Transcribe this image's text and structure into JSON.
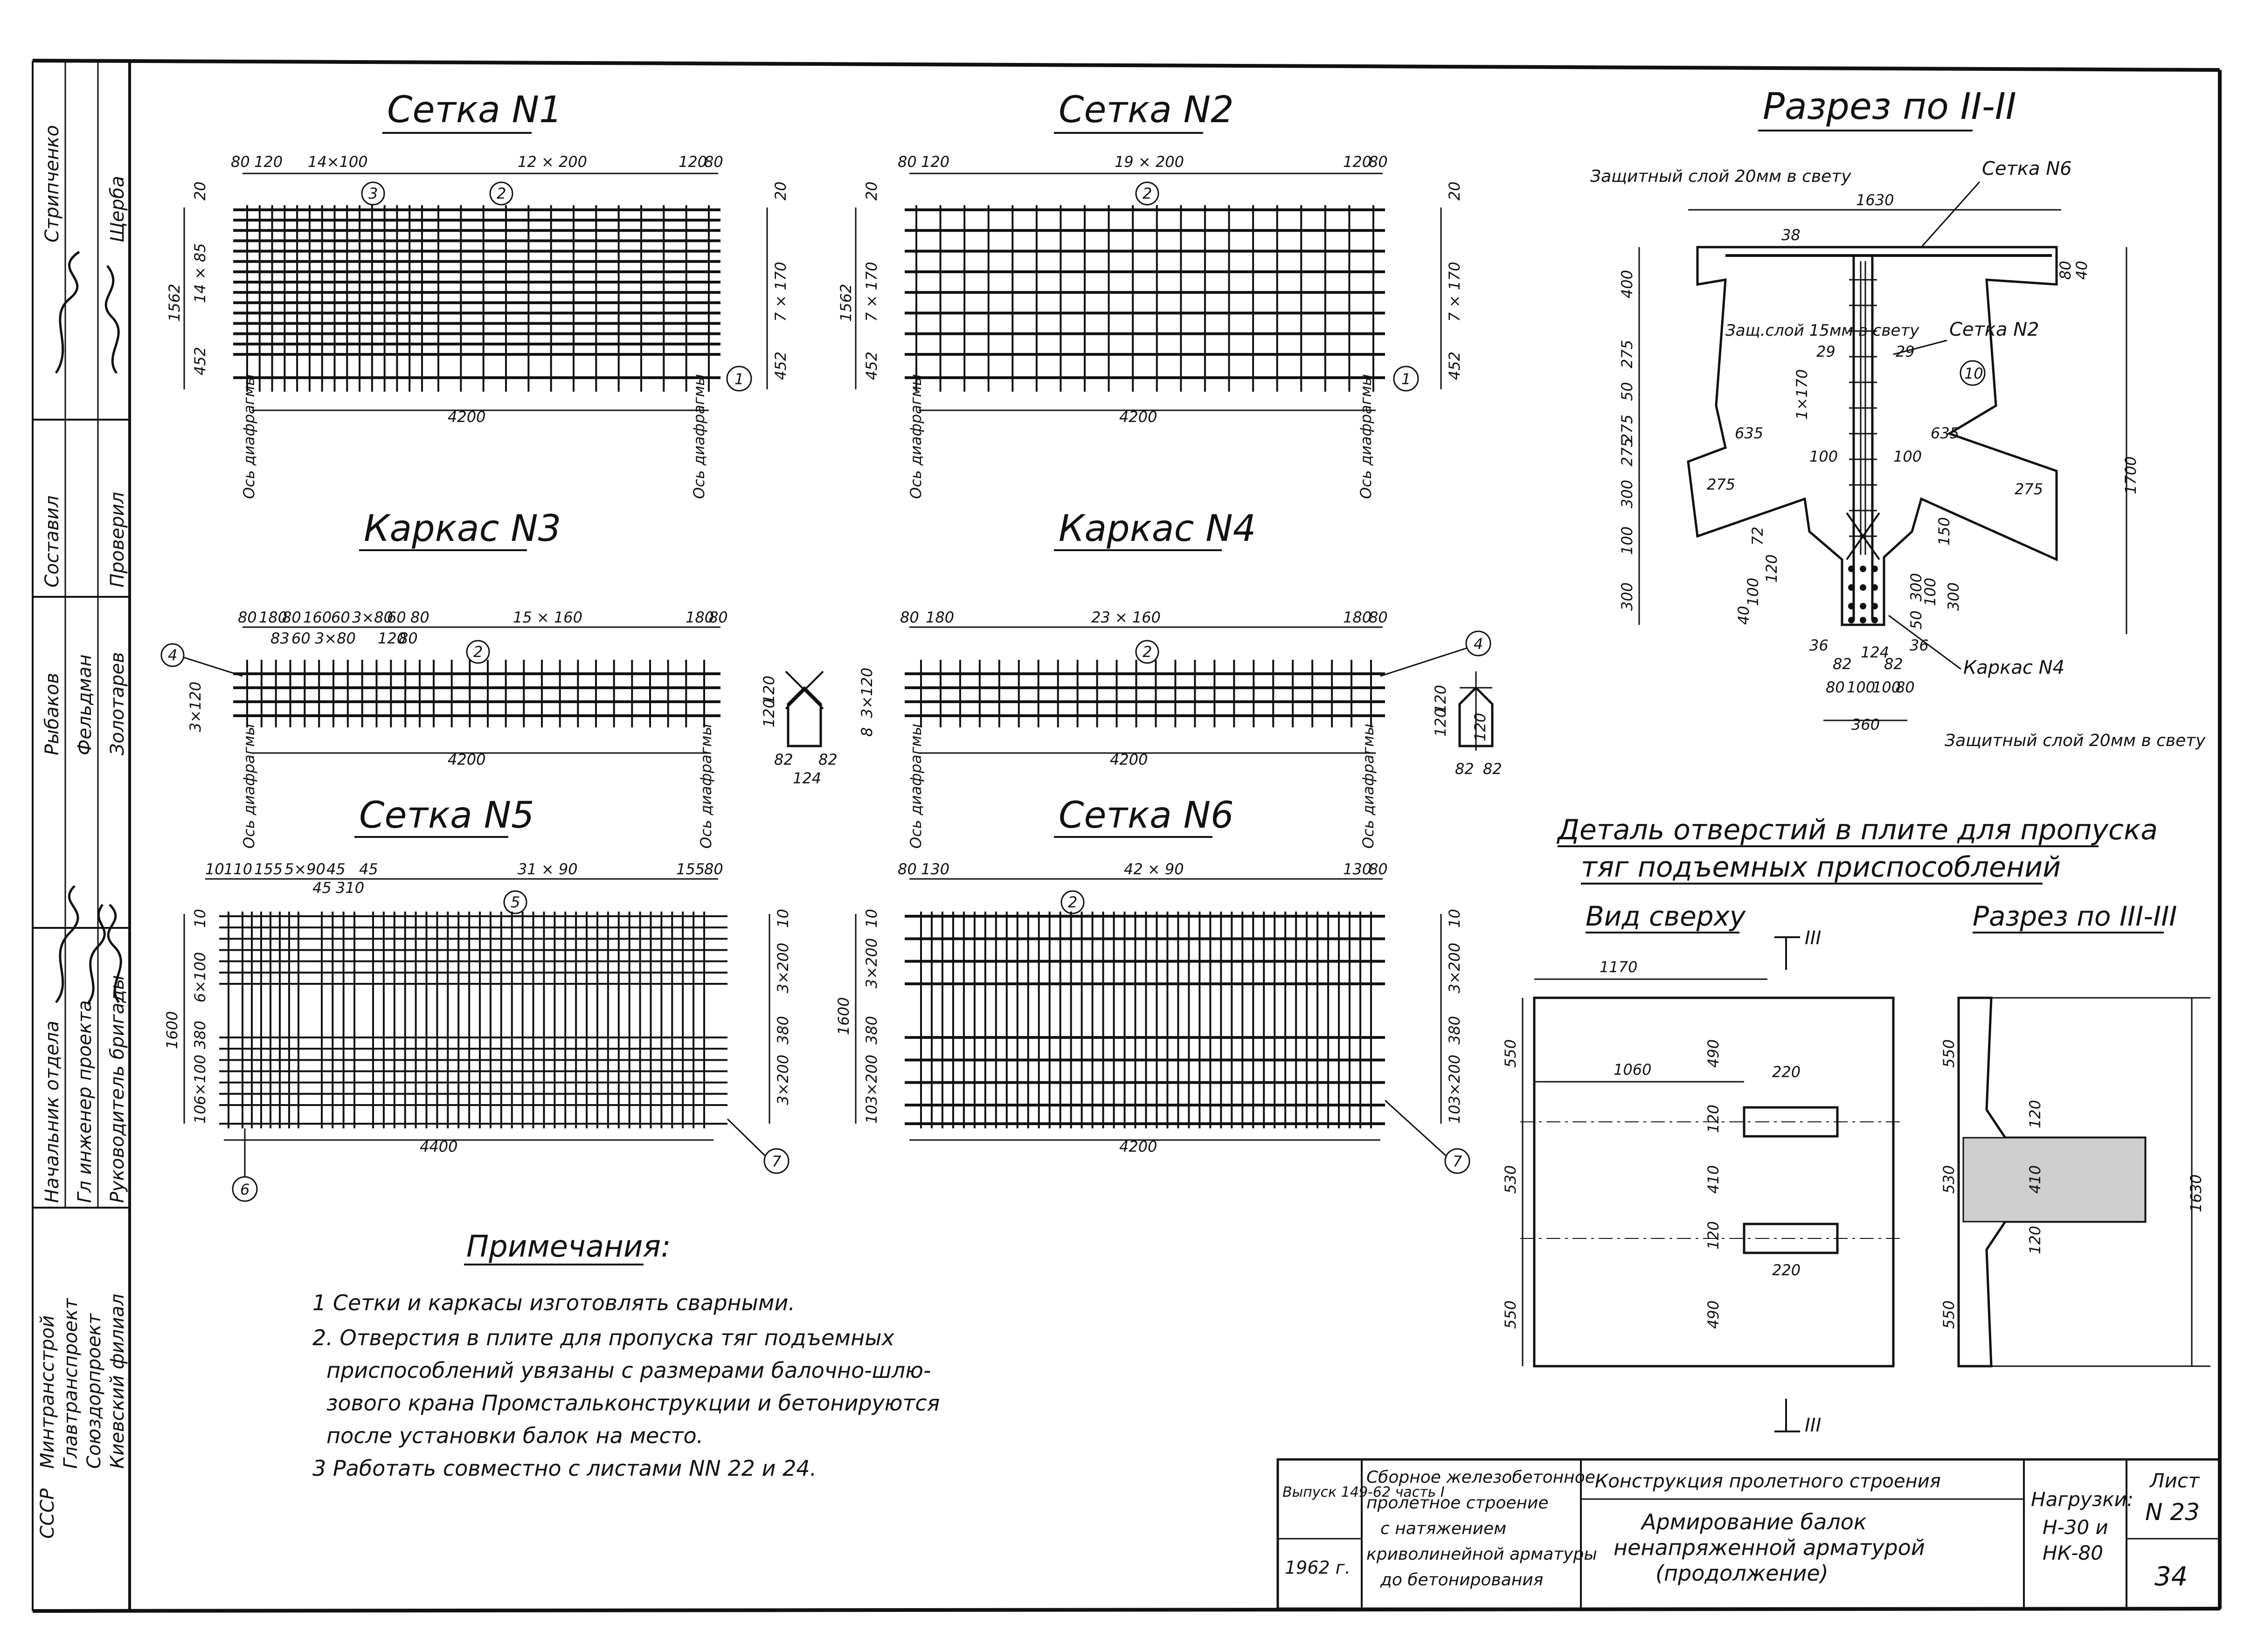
{
  "stamp": {
    "org_lines": [
      "СССР",
      "Минтрансстрой",
      "Главтранспроект",
      "Союздорпроект",
      "Киевский филиал"
    ],
    "roles": [
      "Начальник отдела",
      "Гл инженер проекта",
      "Руководитель бригады",
      "Составил",
      "Проверил"
    ],
    "names": [
      "Стрипченко",
      "Щерба",
      "Рыбаков",
      "Фельдман",
      "Золотарев"
    ]
  },
  "titles": {
    "setka1": "Сетка N1",
    "setka2": "Сетка N2",
    "karkas3": "Каркас N3",
    "karkas4": "Каркас N4",
    "setka5": "Сетка N5",
    "setka6": "Сетка N6",
    "razrez2": "Разрез по II-II",
    "detail_line1": "Деталь отверстий в плите для пропуска",
    "detail_line2": "тяг подъемных приспособлений",
    "vid_sverhu": "Вид сверху",
    "razrez3": "Разрез по III-III"
  },
  "dims": {
    "s1_top": [
      "80",
      "120",
      "14×100",
      "12 × 200",
      "120",
      "80"
    ],
    "s1_left": [
      "20",
      "1562",
      "14 × 85",
      "452"
    ],
    "s1_right": [
      "20",
      "7 × 170",
      "452"
    ],
    "s1_bottom": "4200",
    "s2_top": [
      "80",
      "120",
      "19 × 200",
      "120",
      "80"
    ],
    "s2_left": [
      "20",
      "1562",
      "7 × 170",
      "452"
    ],
    "s2_right": [
      "20",
      "7 × 170",
      "452"
    ],
    "s2_bottom": "4200",
    "k3_top": [
      "80",
      "180",
      "80",
      "160",
      "60",
      "3×80",
      "60",
      "80",
      "15 × 160",
      "180",
      "80"
    ],
    "k3_top2": [
      "83",
      "60",
      "3×80",
      "120",
      "80"
    ],
    "k3_left": "3×120",
    "k3_bottom": "4200",
    "k3_sec": [
      "120",
      "120",
      "82",
      "82",
      "124"
    ],
    "k4_top": [
      "80",
      "180",
      "23 × 160",
      "180",
      "80"
    ],
    "k4_left": [
      "8",
      "3×120"
    ],
    "k4_bottom": "4200",
    "k4_sec": [
      "120",
      "120",
      "120",
      "82",
      "82"
    ],
    "s5_top": [
      "10",
      "110",
      "155",
      "5×90",
      "45",
      "45",
      "310",
      "45",
      "31 × 90",
      "155",
      "80"
    ],
    "s5_left": [
      "10",
      "6×100",
      "380",
      "1600",
      "6×100",
      "10"
    ],
    "s5_right": [
      "10",
      "3×200",
      "380",
      "3×200"
    ],
    "s5_bottom": "4400",
    "s6_top": [
      "80",
      "130",
      "42 × 90",
      "130",
      "80"
    ],
    "s6_left": [
      "10",
      "3×200",
      "1600",
      "380",
      "3×200",
      "10"
    ],
    "s6_right": [
      "10",
      "3×200",
      "380",
      "3×200",
      "10"
    ],
    "s6_bottom": "4200",
    "r2_left": [
      "400",
      "275",
      "50",
      "275",
      "275",
      "300",
      "100",
      "300"
    ],
    "r2_top": "1630",
    "r2_side": [
      "635",
      "635",
      "275",
      "275",
      "100",
      "100",
      "29",
      "29",
      "38",
      "80",
      "40",
      "150",
      "300",
      "50",
      "100",
      "300",
      "120",
      "100",
      "40",
      "72",
      "1700",
      "1×170"
    ],
    "r2_bottom": [
      "36",
      "82",
      "124",
      "82",
      "36",
      "80",
      "100",
      "100",
      "80",
      "360"
    ],
    "plan": [
      "1170",
      "1060",
      "220",
      "220",
      "490",
      "120",
      "410",
      "120",
      "490",
      "550",
      "530",
      "550"
    ],
    "sec3": [
      "550",
      "120",
      "410",
      "120",
      "530",
      "550",
      "1630"
    ]
  },
  "callouts": {
    "setka1": [
      "3",
      "2",
      "1"
    ],
    "setka2": [
      "2",
      "1"
    ],
    "karkas3": [
      "4",
      "2"
    ],
    "karkas4": [
      "2",
      "4"
    ],
    "setka5": [
      "5",
      "6",
      "7"
    ],
    "setka6": [
      "2",
      "7"
    ],
    "razrez2": [
      "10"
    ]
  },
  "axis_labels": [
    "Ось диафрагмы",
    "Ось диафрагмы"
  ],
  "razrez2_labels": {
    "cover_top": "Защитный слой 20мм в свету",
    "setka6": "Сетка N6",
    "cover_mid": "Защ.слой 15мм в свету",
    "setka2": "Сетка N2",
    "karkas4": "Каркас N4",
    "cover_bottom": "Защитный слой 20мм в свету"
  },
  "section_marks": [
    "III",
    "III"
  ],
  "notes": {
    "title": "Примечания:",
    "items": [
      "1 Сетки и каркасы изготовлять сварными.",
      "2. Отверстия в плите для пропуска тяг подъемных",
      "приспособлений увязаны с размерами балочно-шлю-",
      "зового крана Промстальконструкции и бетонируются",
      "после установки балок на место.",
      "3 Работать совместно с листами NN 22 и 24."
    ]
  },
  "title_block": {
    "issue": "Выпуск 149-62 часть I",
    "year": "1962 г.",
    "desc": [
      "Сборное железобетонное",
      "пролетное строение",
      "с натяжением",
      "криволинейной арматуры",
      "до бетонирования"
    ],
    "section": "Конструкция пролетного строения",
    "name": [
      "Армирование балок",
      "ненапряженной арматурой",
      "(продолжение)"
    ],
    "loads_label": "Нагрузки:",
    "loads": [
      "Н-30 и",
      "НК-80"
    ],
    "sheet_label": "Лист",
    "sheet_no": "N 23",
    "page": "34"
  }
}
